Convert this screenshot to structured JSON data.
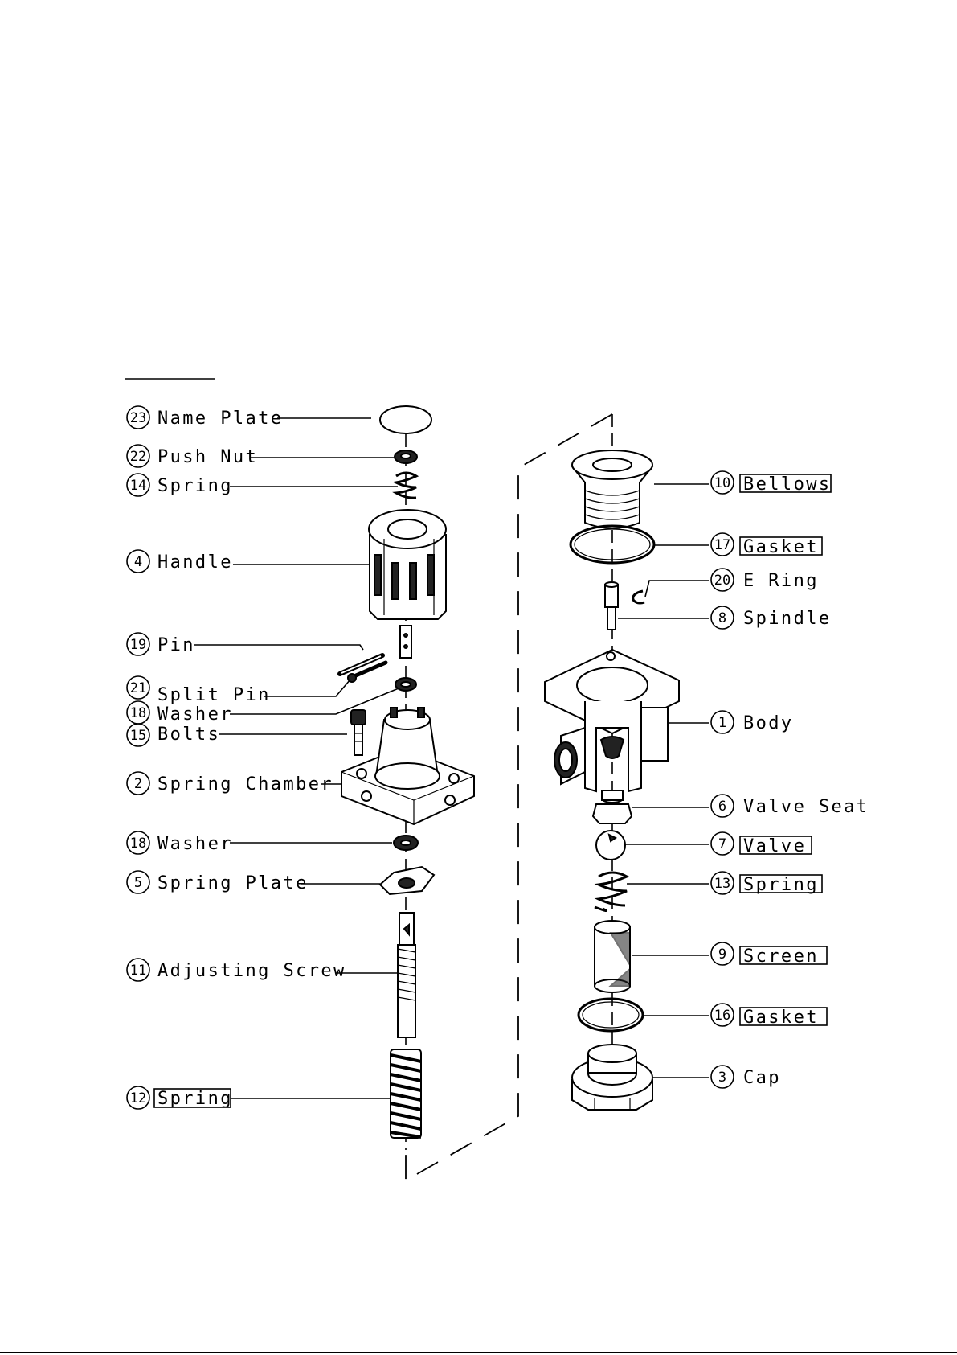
{
  "callouts": [
    {
      "id": "name-plate",
      "num": "23",
      "label": "Name Plate",
      "boxed": false
    },
    {
      "id": "push-nut",
      "num": "22",
      "label": "Push Nut",
      "boxed": false
    },
    {
      "id": "spring-14",
      "num": "14",
      "label": "Spring",
      "boxed": false
    },
    {
      "id": "handle",
      "num": "4",
      "label": "Handle",
      "boxed": false
    },
    {
      "id": "pin",
      "num": "19",
      "label": "Pin",
      "boxed": false
    },
    {
      "id": "split-pin",
      "num": "21",
      "label": "Split Pin",
      "boxed": false
    },
    {
      "id": "washer-upper",
      "num": "18",
      "label": "Washer",
      "boxed": false
    },
    {
      "id": "bolts",
      "num": "15",
      "label": "Bolts",
      "boxed": false
    },
    {
      "id": "spring-chamber",
      "num": "2",
      "label": "Spring Chamber",
      "boxed": false
    },
    {
      "id": "washer-lower",
      "num": "18",
      "label": "Washer",
      "boxed": false
    },
    {
      "id": "spring-plate",
      "num": "5",
      "label": "Spring Plate",
      "boxed": false
    },
    {
      "id": "adjusting-screw",
      "num": "11",
      "label": "Adjusting Screw",
      "boxed": false
    },
    {
      "id": "spring-12",
      "num": "12",
      "label": "Spring",
      "boxed": true
    },
    {
      "id": "bellows",
      "num": "10",
      "label": "Bellows",
      "boxed": true
    },
    {
      "id": "gasket-17",
      "num": "17",
      "label": "Gasket",
      "boxed": true
    },
    {
      "id": "e-ring",
      "num": "20",
      "label": "E Ring",
      "boxed": false
    },
    {
      "id": "spindle",
      "num": "8",
      "label": "Spindle",
      "boxed": false
    },
    {
      "id": "body",
      "num": "1",
      "label": "Body",
      "boxed": false
    },
    {
      "id": "valve-seat",
      "num": "6",
      "label": "Valve Seat",
      "boxed": false
    },
    {
      "id": "valve",
      "num": "7",
      "label": "Valve",
      "boxed": true
    },
    {
      "id": "spring-13",
      "num": "13",
      "label": "Spring",
      "boxed": true
    },
    {
      "id": "screen",
      "num": "9",
      "label": "Screen",
      "boxed": true
    },
    {
      "id": "gasket-16",
      "num": "16",
      "label": "Gasket",
      "boxed": true
    },
    {
      "id": "cap",
      "num": "3",
      "label": "Cap",
      "boxed": false
    }
  ]
}
